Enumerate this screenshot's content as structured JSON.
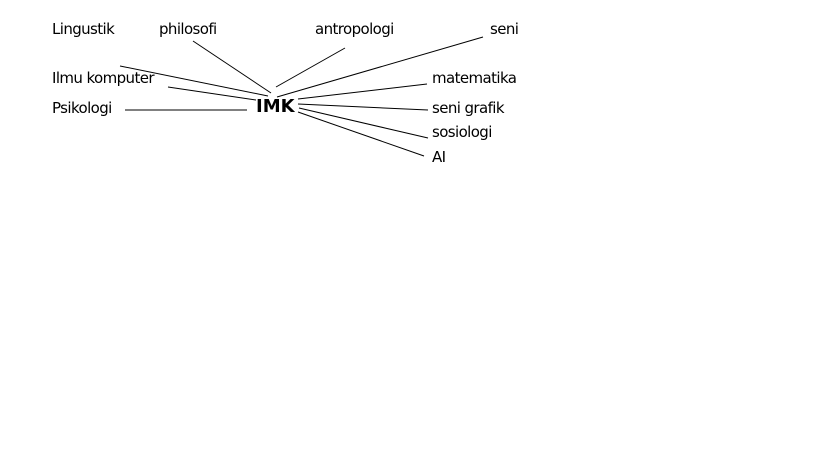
{
  "diagram": {
    "center": {
      "id": "imk",
      "label": "IMK"
    },
    "nodes": [
      {
        "id": "lingustik",
        "label": "Lingustik"
      },
      {
        "id": "philosofi",
        "label": "philosofi"
      },
      {
        "id": "antropologi",
        "label": "antropologi"
      },
      {
        "id": "seni",
        "label": "seni"
      },
      {
        "id": "ilmu-komputer",
        "label": "Ilmu komputer"
      },
      {
        "id": "psikologi",
        "label": "Psikologi"
      },
      {
        "id": "matematika",
        "label": "matematika"
      },
      {
        "id": "seni-grafik",
        "label": "seni grafik"
      },
      {
        "id": "sosiologi",
        "label": "sosiologi"
      },
      {
        "id": "ai",
        "label": "AI"
      }
    ],
    "edges": [
      {
        "from": "imk",
        "to": "lingustik"
      },
      {
        "from": "imk",
        "to": "philosofi"
      },
      {
        "from": "imk",
        "to": "antropologi"
      },
      {
        "from": "imk",
        "to": "seni"
      },
      {
        "from": "imk",
        "to": "ilmu-komputer"
      },
      {
        "from": "imk",
        "to": "psikologi"
      },
      {
        "from": "imk",
        "to": "matematika"
      },
      {
        "from": "imk",
        "to": "seni-grafik"
      },
      {
        "from": "imk",
        "to": "sosiologi"
      },
      {
        "from": "imk",
        "to": "ai"
      }
    ],
    "colors": {
      "line": "#000000",
      "text": "#000000",
      "background": "#ffffff"
    }
  }
}
